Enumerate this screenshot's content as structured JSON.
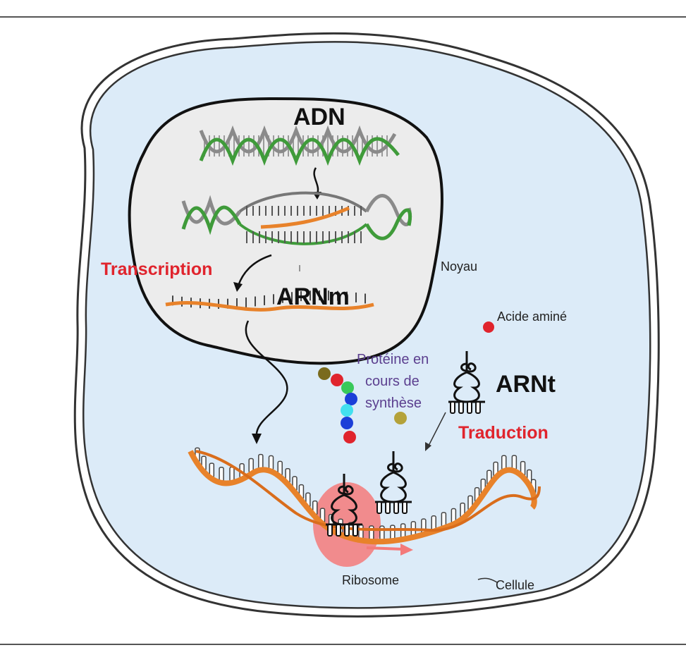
{
  "labels": {
    "adn": "ADN",
    "transcription": "Transcription",
    "noyau": "Noyau",
    "arnm": "ARNm",
    "acide_amine": "Acide aminé",
    "proteine_line1": "Protéine en",
    "proteine_line2": "cours de",
    "proteine_line3": "synthèse",
    "arnt": "ARNt",
    "traduction": "Traduction",
    "ribosome": "Ribosome",
    "cellule": "Cellule"
  },
  "colors": {
    "cytoplasm": "#dcebf8",
    "nucleus": "#ececec",
    "rna_orange": "#e8822a",
    "dna_green": "#3f9b3a",
    "dna_gray": "#8a8a8a",
    "red_label": "#e0242d",
    "purple_label": "#5b3f8f",
    "ribosome": "#f47a7a"
  },
  "protein_chain": [
    {
      "color": "#7a6b1e"
    },
    {
      "color": "#e0242d"
    },
    {
      "color": "#38c95a"
    },
    {
      "color": "#1b3fd8"
    },
    {
      "color": "#43e0ef"
    },
    {
      "color": "#1b3fd8"
    },
    {
      "color": "#e0242d"
    }
  ],
  "free_amino_acid": {
    "color": "#e0242d"
  },
  "incoming_amino_acid": {
    "color": "#b4a23a"
  }
}
